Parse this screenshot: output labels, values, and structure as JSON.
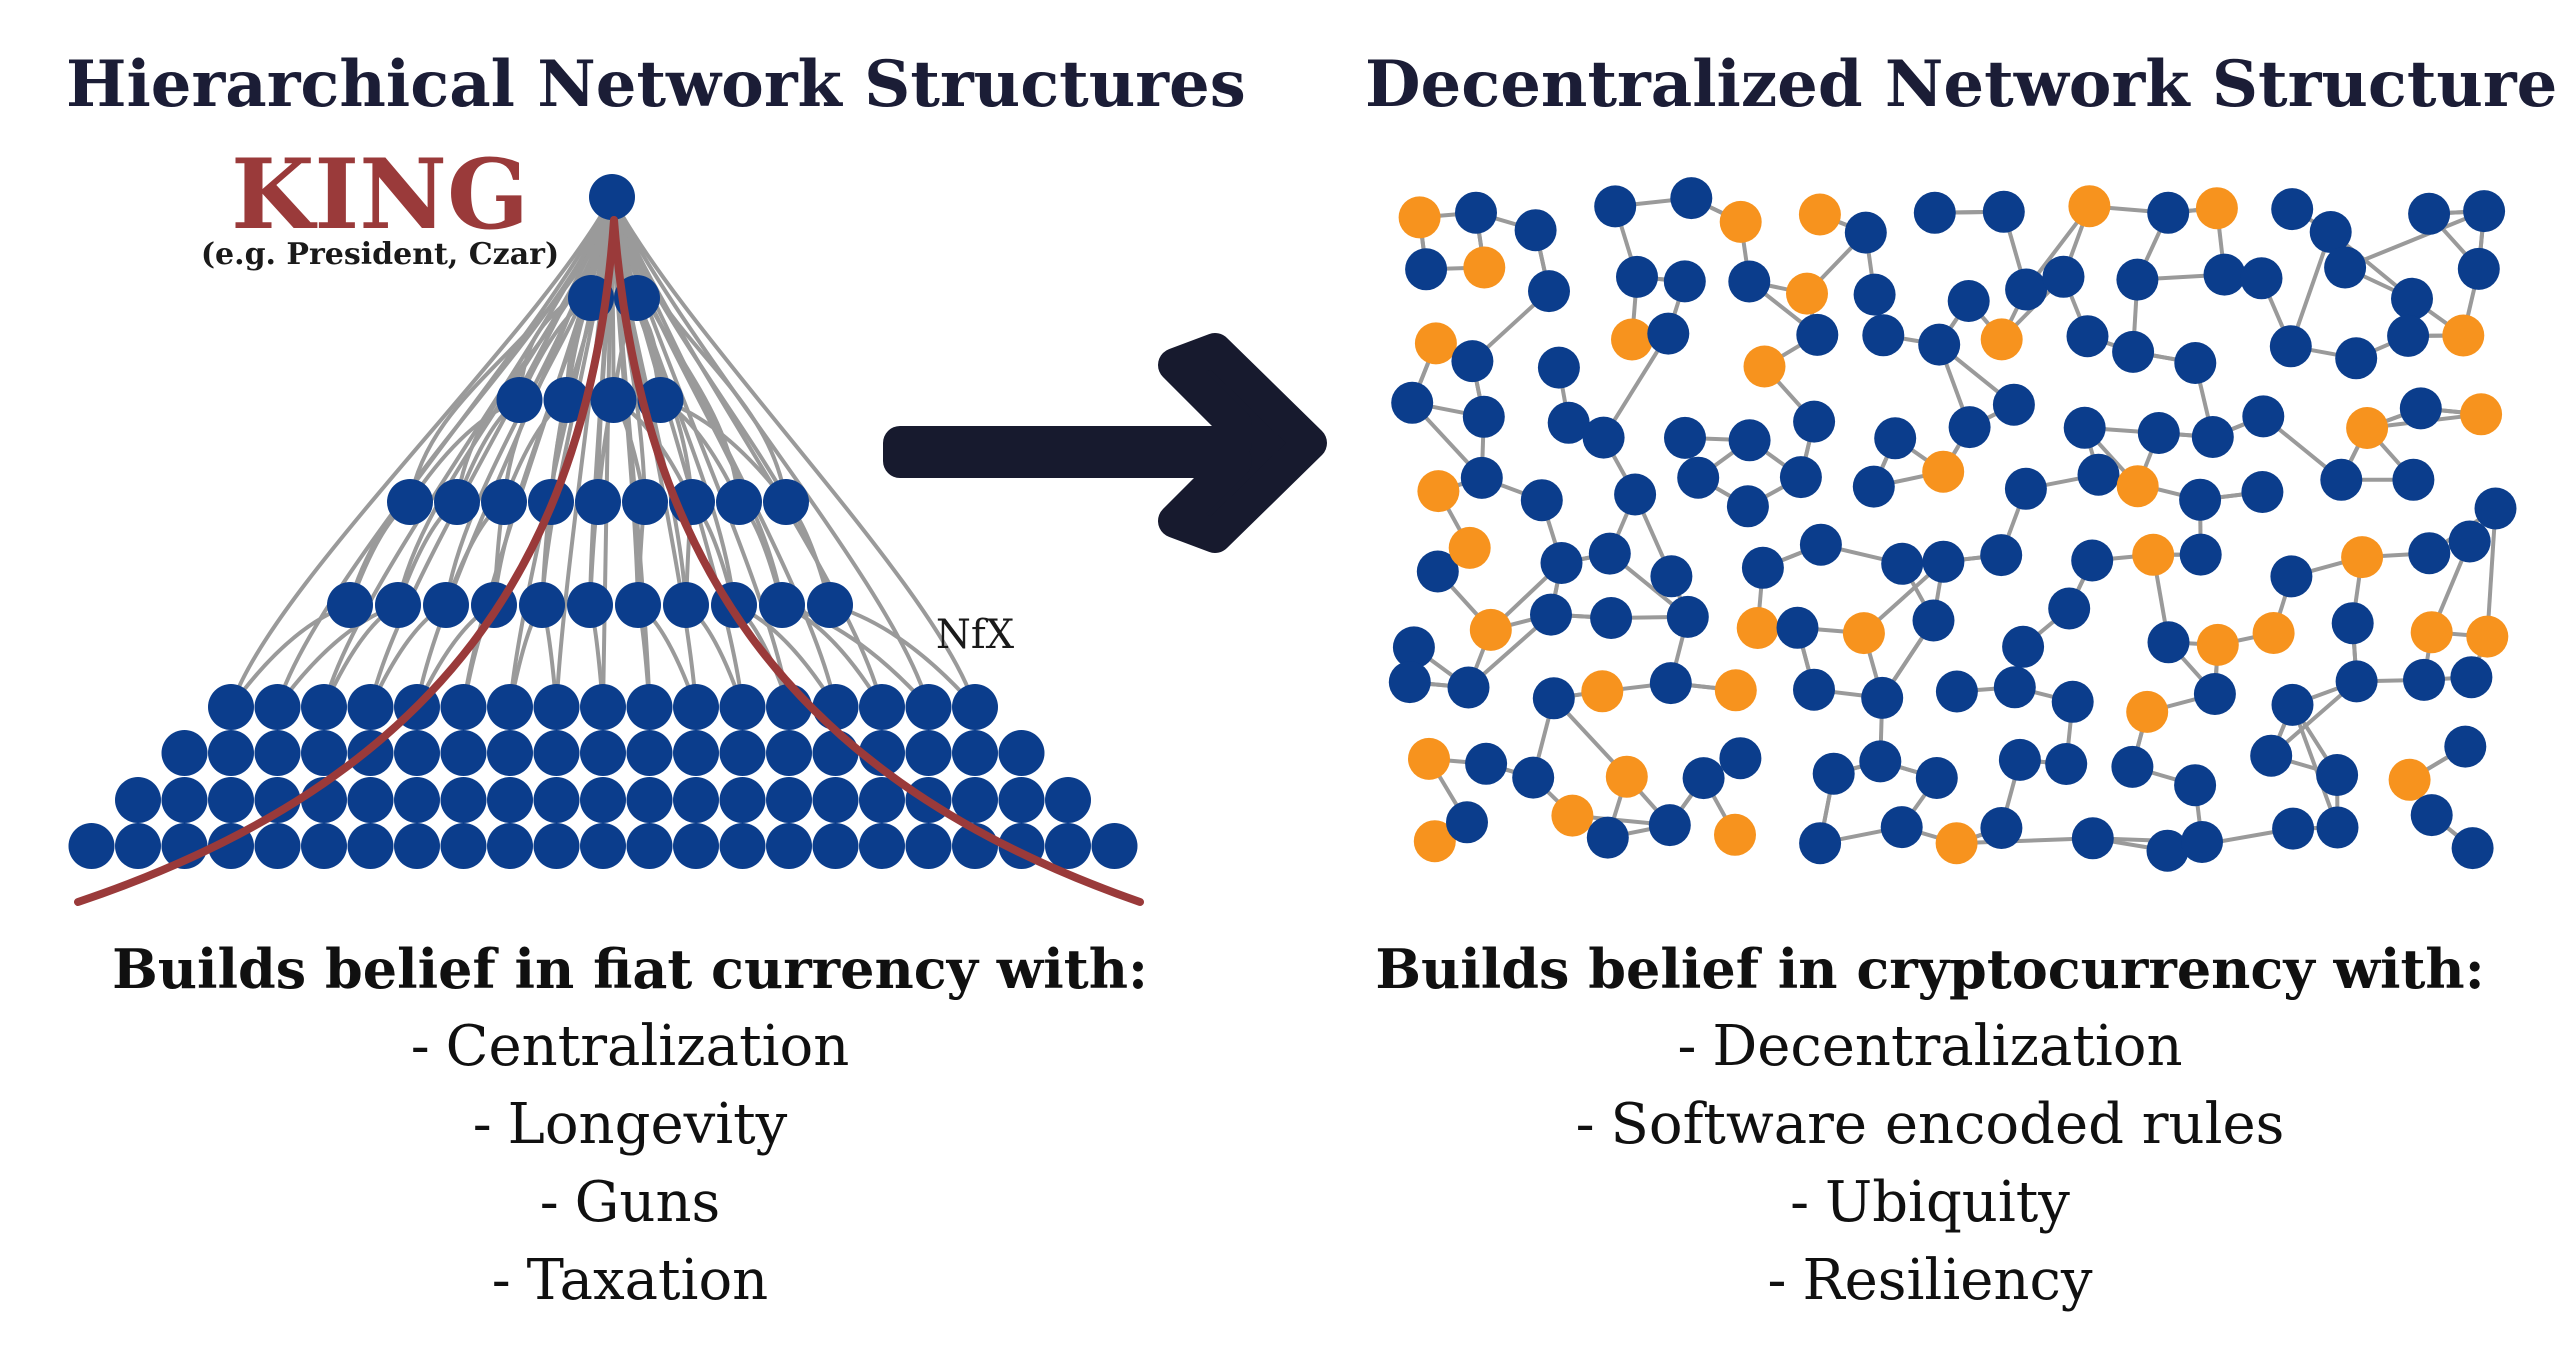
{
  "left_panel": {
    "title": "Hierarchical Network Structures",
    "king_label": "KING",
    "king_sublabel": "(e.g. President, Czar)",
    "watermark": "NfX",
    "caption_heading": "Builds belief in fiat currency with:",
    "caption_items": [
      "Centralization",
      "Longevity",
      "Guns",
      "Taxation"
    ]
  },
  "right_panel": {
    "title": "Decentralized Network Structure",
    "caption_heading": "Builds belief in cryptocurrency with:",
    "caption_items": [
      "Decentralization",
      "Software encoded rules",
      "Ubiquity",
      "Resiliency"
    ]
  },
  "arrow_icon": "right-chevron-arrow",
  "colors": {
    "node_blue": "#0b3d8c",
    "node_orange": "#f7931e",
    "edge_gray": "#9a9a9a",
    "king_red": "#9a3a3a",
    "title_navy": "#1b1d36",
    "arrow_navy": "#171a2e"
  }
}
